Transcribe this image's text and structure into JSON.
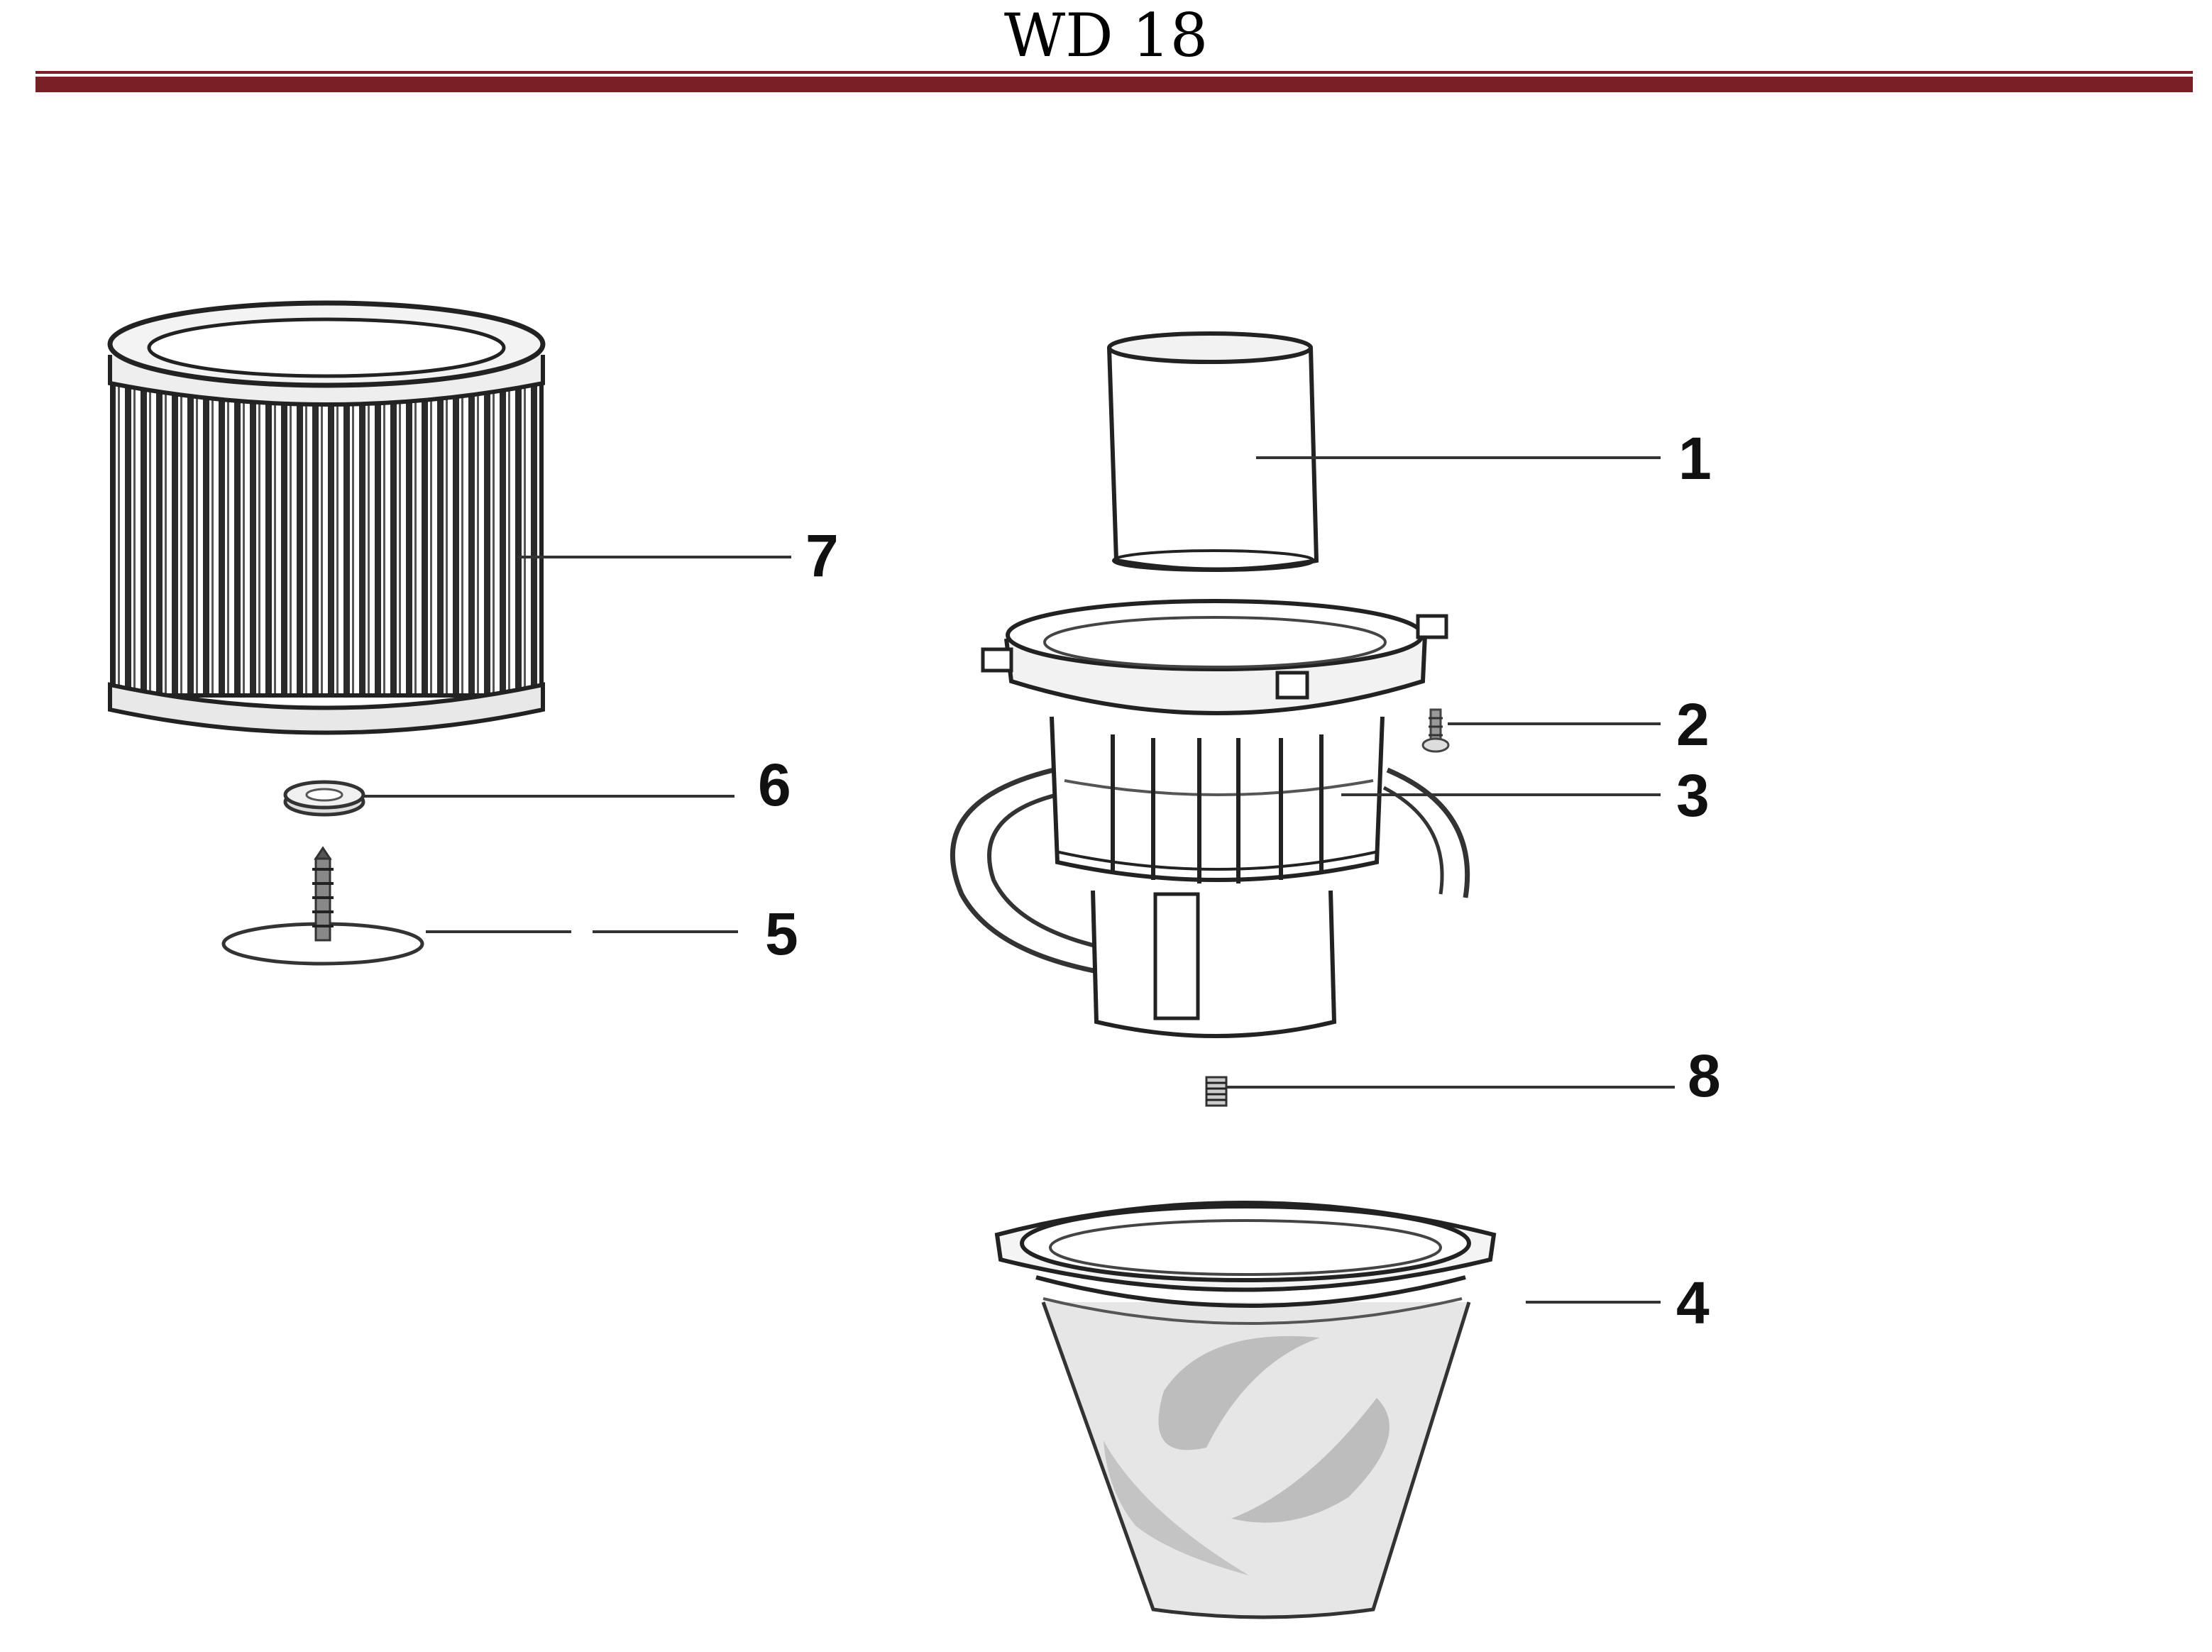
{
  "header": {
    "title": "WD 18",
    "rule_color": "#7a1f26"
  },
  "parts": [
    {
      "number": "1",
      "icon": "motor-filter-cover-icon"
    },
    {
      "number": "2",
      "icon": "screw-icon"
    },
    {
      "number": "3",
      "icon": "filter-cage-icon"
    },
    {
      "number": "4",
      "icon": "dust-bag-icon"
    },
    {
      "number": "5",
      "icon": "filter-plate-bolt-icon"
    },
    {
      "number": "6",
      "icon": "nut-icon"
    },
    {
      "number": "7",
      "icon": "cartridge-filter-icon"
    },
    {
      "number": "8",
      "icon": "spring-icon"
    }
  ]
}
